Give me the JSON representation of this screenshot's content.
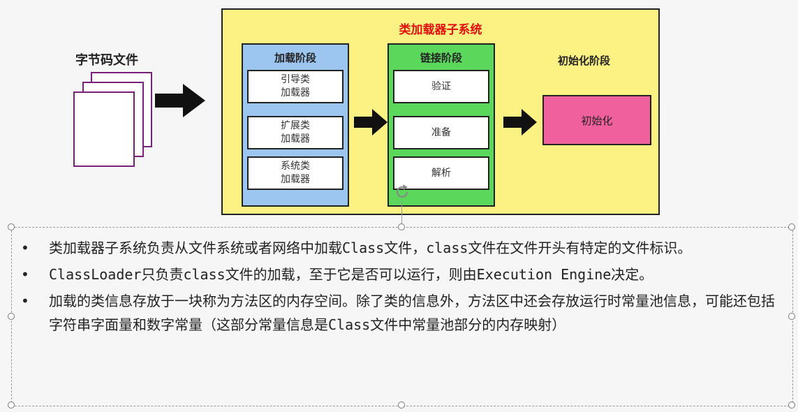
{
  "left": {
    "bytecode_label": "字节码文件"
  },
  "subsystem": {
    "title": "类加载器子系统",
    "loading": {
      "title": "加载阶段",
      "items": [
        "引导类\n加载器",
        "扩展类\n加载器",
        "系统类\n加载器"
      ]
    },
    "linking": {
      "title": "链接阶段",
      "items": [
        "验证",
        "准备",
        "解析"
      ]
    },
    "initialization": {
      "title": "初始化阶段",
      "item": "初始化"
    }
  },
  "bullets": [
    "类加载器子系统负责从文件系统或者网络中加载Class文件，class文件在文件开头有特定的文件标识。",
    "ClassLoader只负责class文件的加载，至于它是否可以运行，则由Execution Engine决定。",
    "加载的类信息存放于一块称为方法区的内存空间。除了类的信息外，方法区中还会存放运行时常量池信息，可能还包括字符串字面量和数字常量（这部分常量信息是Class文件中常量池部分的内存映射）"
  ],
  "colors": {
    "loading_phase": "#9cc5f0",
    "linking_phase": "#5bd85b",
    "init_box": "#f0609c",
    "subsystem_bg": "#fbf283",
    "title_red": "#e01010"
  }
}
